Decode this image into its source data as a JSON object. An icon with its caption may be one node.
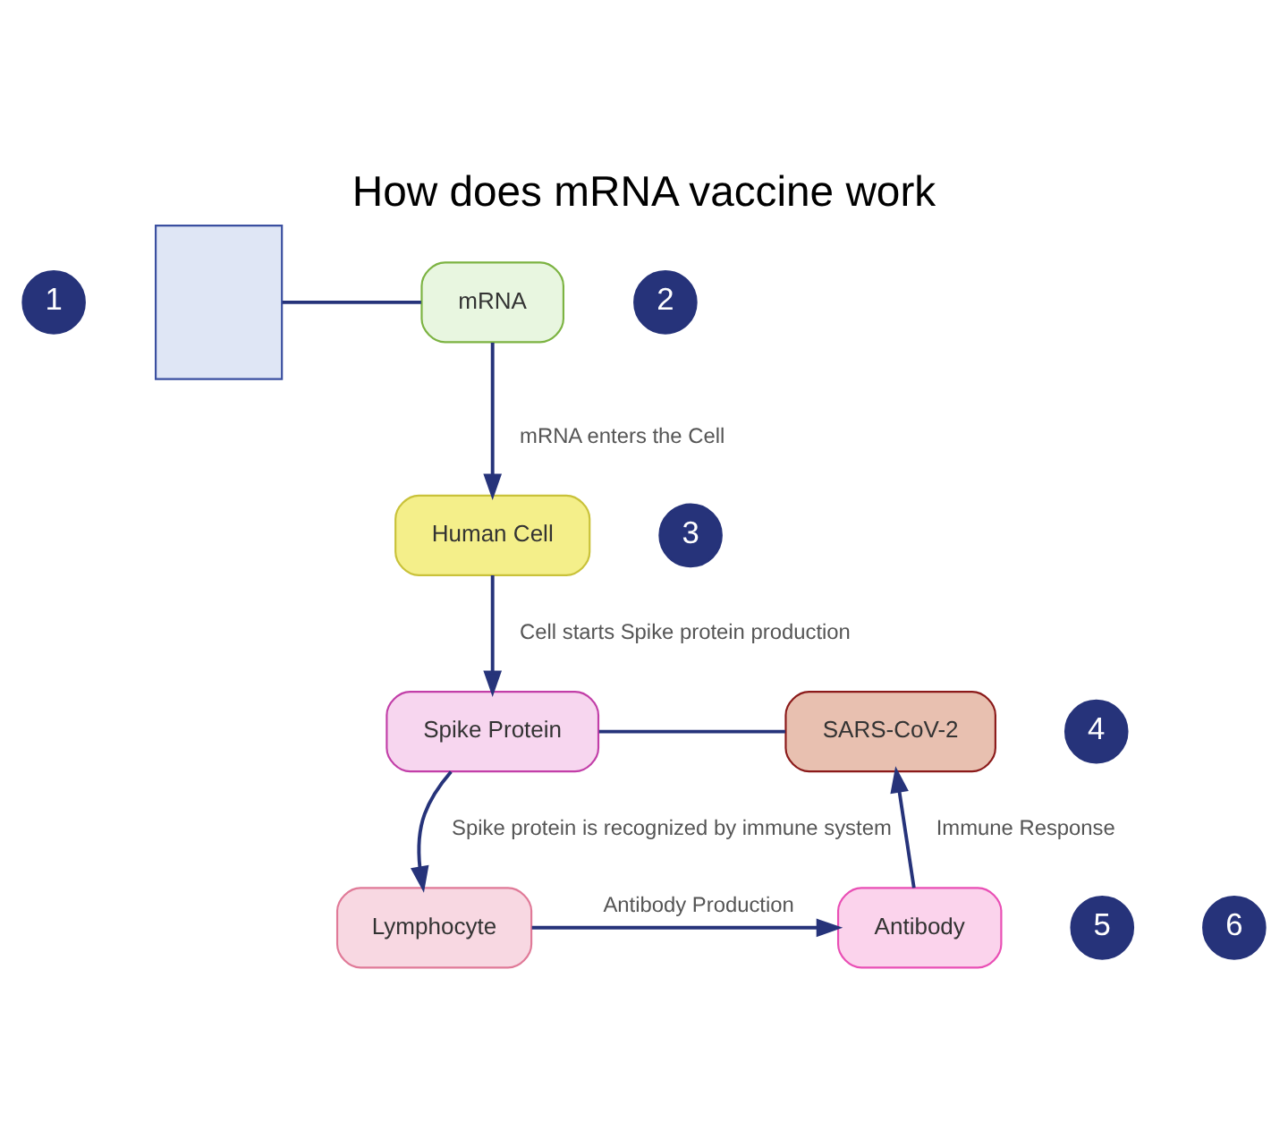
{
  "diagram": {
    "title": "How does mRNA vaccine work",
    "nodes": [
      {
        "text": [
          "1"
        ]
      },
      {
        "text": [],
        "shape": "box"
      },
      {
        "text": [
          "mRNA"
        ]
      },
      {
        "text": [
          "2"
        ]
      },
      {
        "text": [
          "Human Cell"
        ]
      },
      {
        "text": [
          "SARS-CoV-2"
        ]
      },
      {
        "text": [
          "3"
        ]
      },
      {
        "text": [
          "Spike Protein"
        ]
      },
      {
        "text": [
          "4"
        ]
      },
      {
        "text": [
          "Lymphocyte"
        ]
      },
      {
        "text": [
          "5"
        ]
      },
      {
        "text": [
          "Antibody"
        ]
      },
      {
        "text": [
          "6"
        ]
      }
    ],
    "edges": [
      {
        "from": 1,
        "to": 2,
        "arrow": "none"
      },
      {
        "from": 2,
        "to": 4,
        "arrow": "to",
        "label": "mRNA enters the Cell"
      },
      {
        "from": 4,
        "to": 7,
        "arrow": "to",
        "label": "Cell starts Spike protein production"
      },
      {
        "from": 5,
        "to": 7,
        "arrow": "none"
      },
      {
        "from": 7,
        "to": 9,
        "arrow": "to",
        "label": "Spike protein is recognized by immune system"
      },
      {
        "from": 9,
        "to": 11,
        "arrow": "to",
        "label": "Antibody Production"
      },
      {
        "from": 11,
        "to": 5,
        "arrow": "to",
        "label": "Immune Response"
      }
    ]
  }
}
